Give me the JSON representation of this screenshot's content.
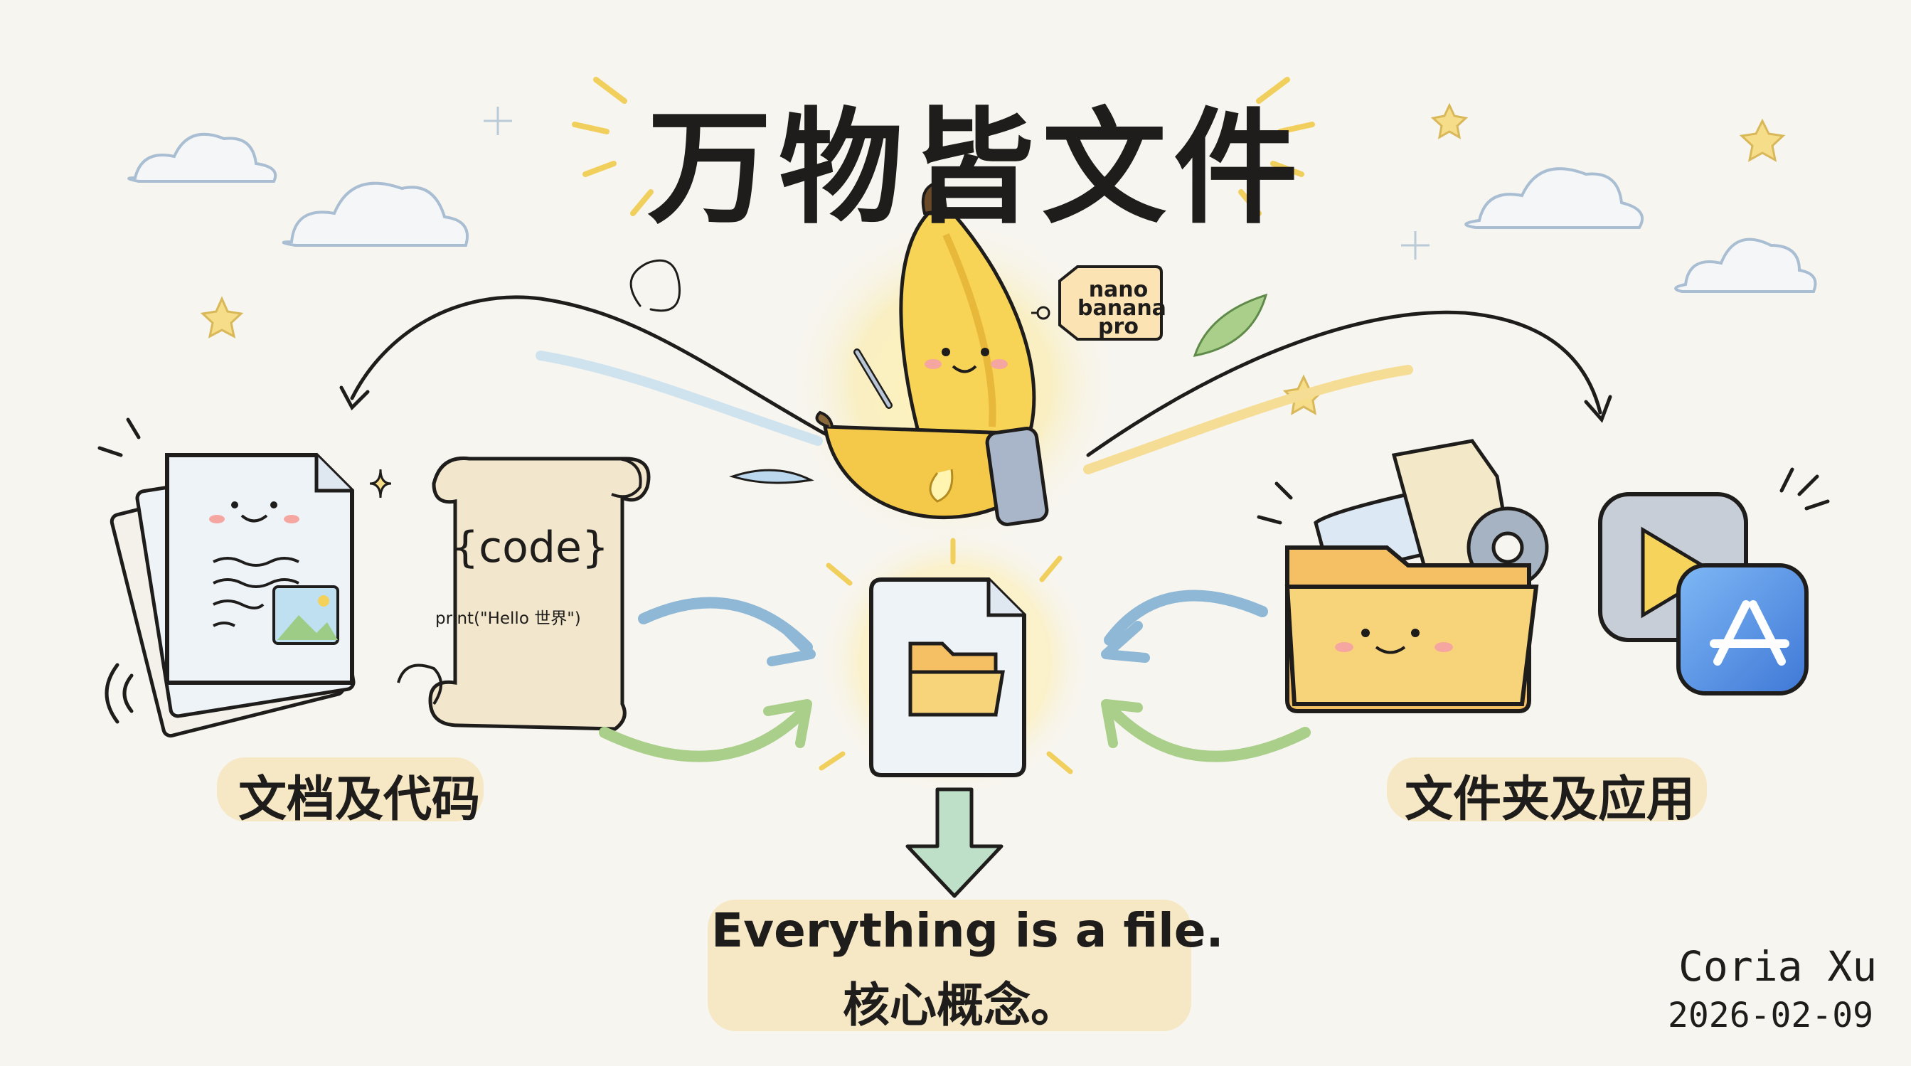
{
  "title": "万物皆文件",
  "banana_tag": [
    "nano",
    "banana",
    "pro"
  ],
  "scroll": {
    "code": "{code}",
    "print": "print(\"Hello 世界\")"
  },
  "labels": {
    "left": "文档及代码",
    "right": "文件夹及应用"
  },
  "bottom": {
    "line1": "Everything is a file.",
    "line2": "核心概念。"
  },
  "signature": {
    "name": "Coria Xu",
    "date": "2026-02-09"
  }
}
